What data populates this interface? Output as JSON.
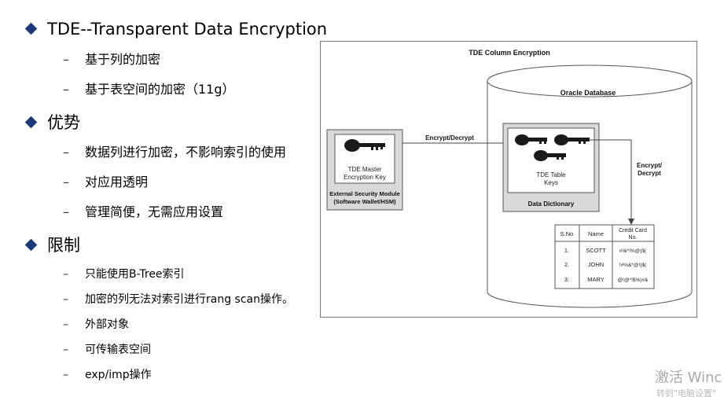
{
  "bullets": {
    "tde_title": "TDE--Transparent Data Encryption",
    "tde_sub1": "基于列的加密",
    "tde_sub2": "基于表空间的加密（11g）",
    "adv_title": "优势",
    "adv_sub1": "数据列进行加密，不影响索引的使用",
    "adv_sub2": "对应用透明",
    "adv_sub3": "管理简便，无需应用设置",
    "lim_title": "限制",
    "lim_sub1": "只能使用B-Tree索引",
    "lim_sub2": "加密的列无法对索引进行rang scan操作。",
    "lim_sub3": "外部对象",
    "lim_sub4": "可传输表空间",
    "lim_sub5": "exp/imp操作",
    "dash": "–"
  },
  "diagram": {
    "title": "TDE Column Encryption",
    "database_label": "Oracle Database",
    "master_key_line1": "TDE Master",
    "master_key_line2": "Encryption Key",
    "esm_line1": "External Security Module",
    "esm_line2": "(Software Wallet/HSM)",
    "encrypt_decrypt": "Encrypt/Decrypt",
    "encrypt_decrypt_v1": "Encrypt/",
    "encrypt_decrypt_v2": "Decrypt",
    "table_keys_line1": "TDE Table",
    "table_keys_line2": "Keys",
    "data_dictionary": "Data Dictionary",
    "table": {
      "headers": [
        "S.No",
        "Name",
        "Credit Card",
        "No."
      ],
      "rows": [
        [
          "1.",
          "SCOTT",
          "#!&*!%@)$("
        ],
        [
          "2.",
          "JOHN",
          "!#%&*@!)$("
        ],
        [
          "3.",
          "MARY",
          "@!@*!$%)#&"
        ]
      ]
    },
    "colors": {
      "key": "#1a1a1a",
      "box_fill": "#d9d9d9",
      "border": "#555555",
      "arrow": "#444444"
    }
  },
  "watermark": {
    "line1": "激活 Winc",
    "line2": "转到\"电脑设置\""
  }
}
